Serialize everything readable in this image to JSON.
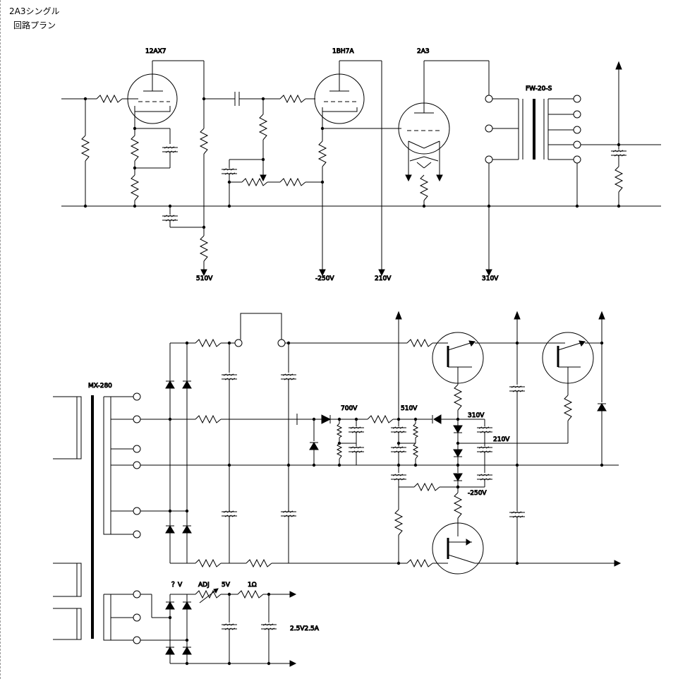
{
  "header": {
    "title": "2A3シングル",
    "subtitle": "回路プラン"
  },
  "amp": {
    "tube1": "12AX7",
    "tube2": "1BH7A",
    "tube3": "2A3",
    "output_transformer": "FW-20-S",
    "rail_510": "510V",
    "rail_m250": "-250V",
    "rail_210": "210V",
    "rail_310": "310V"
  },
  "power": {
    "power_transformer": "MX-280",
    "v700": "700V",
    "v510": "510V",
    "v310": "310V",
    "v210": "210V",
    "vm250": "-250V",
    "heater_q": "？V",
    "heater_adj": "ADJ",
    "heater_5v": "5V",
    "heater_r": "1Ω",
    "heater_out": "2.5V2.5A"
  }
}
